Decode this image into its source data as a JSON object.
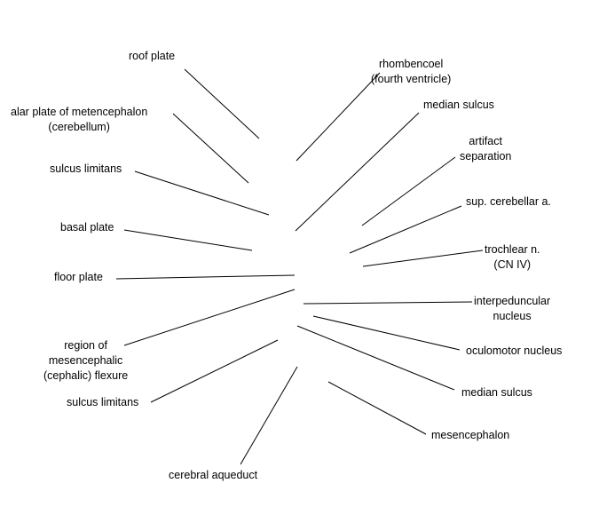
{
  "labels": {
    "roof_plate": "roof plate",
    "rhombencoel": [
      "rhombencoel",
      "(fourth ventricle)"
    ],
    "median_sulcus_upper": "median sulcus",
    "alar_plate": [
      "alar plate of metencephalon",
      "(cerebellum)"
    ],
    "artifact_separation": [
      "artifact",
      "separation"
    ],
    "sulcus_limitans_upper": "sulcus limitans",
    "sup_cerebellar_a": "sup. cerebellar a.",
    "basal_plate": "basal plate",
    "trochlear_n": [
      "trochlear n.",
      "(CN IV)"
    ],
    "floor_plate": "floor plate",
    "interpeduncular_nucleus": [
      "interpeduncular",
      "nucleus"
    ],
    "flexure": [
      "region of",
      "mesencephalic",
      "(cephalic) flexure"
    ],
    "oculomotor_nucleus": "oculomotor nucleus",
    "sulcus_limitans_lower": "sulcus limitans",
    "median_sulcus_lower": "median sulcus",
    "mesencephalon": "mesencephalon",
    "cerebral_aqueduct": "cerebral aqueduct"
  },
  "line_color": "#000000"
}
